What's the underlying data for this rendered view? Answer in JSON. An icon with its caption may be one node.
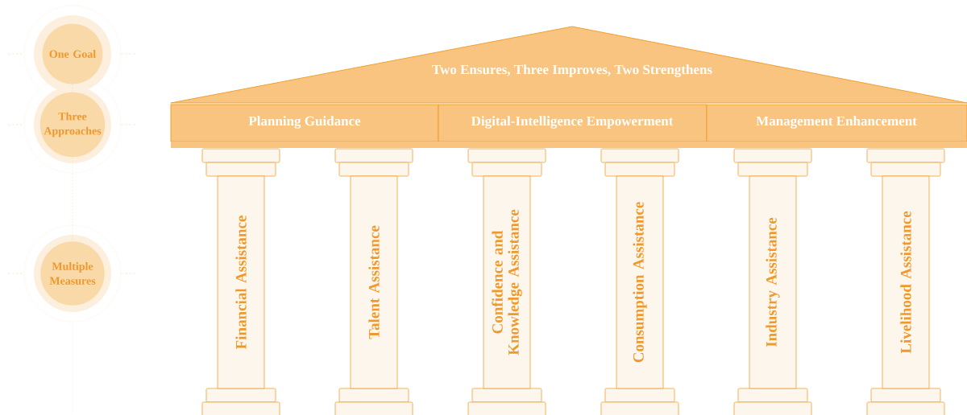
{
  "diagram": {
    "nodes": [
      {
        "text": [
          "Two Ensures, Three Improves, Two Strengthens"
        ]
      },
      {
        "text": [
          "Planning Guidance"
        ]
      },
      {
        "text": [
          "Digital-Intelligence Empowerment"
        ]
      },
      {
        "text": [
          "Management Enhancement"
        ]
      },
      {
        "text": [
          "Financial Assistance"
        ]
      },
      {
        "text": [
          "Talent Assistance"
        ]
      },
      {
        "text": [
          "Confidence and Knowledge Assistance"
        ]
      },
      {
        "text": [
          "Consumption Assistance"
        ]
      },
      {
        "text": [
          "Industry Assistance"
        ]
      },
      {
        "text": [
          "Livelihood Assistance"
        ]
      },
      {
        "text": [
          "One Goal"
        ]
      },
      {
        "text": [
          "Three Approaches"
        ]
      },
      {
        "text": [
          "Multiple Measures"
        ]
      }
    ],
    "edges": [
      {
        "from": 10,
        "to": 11,
        "arrow": "none",
        "style": "dashed"
      },
      {
        "from": 11,
        "to": 12,
        "arrow": "none",
        "style": "dashed"
      }
    ]
  }
}
